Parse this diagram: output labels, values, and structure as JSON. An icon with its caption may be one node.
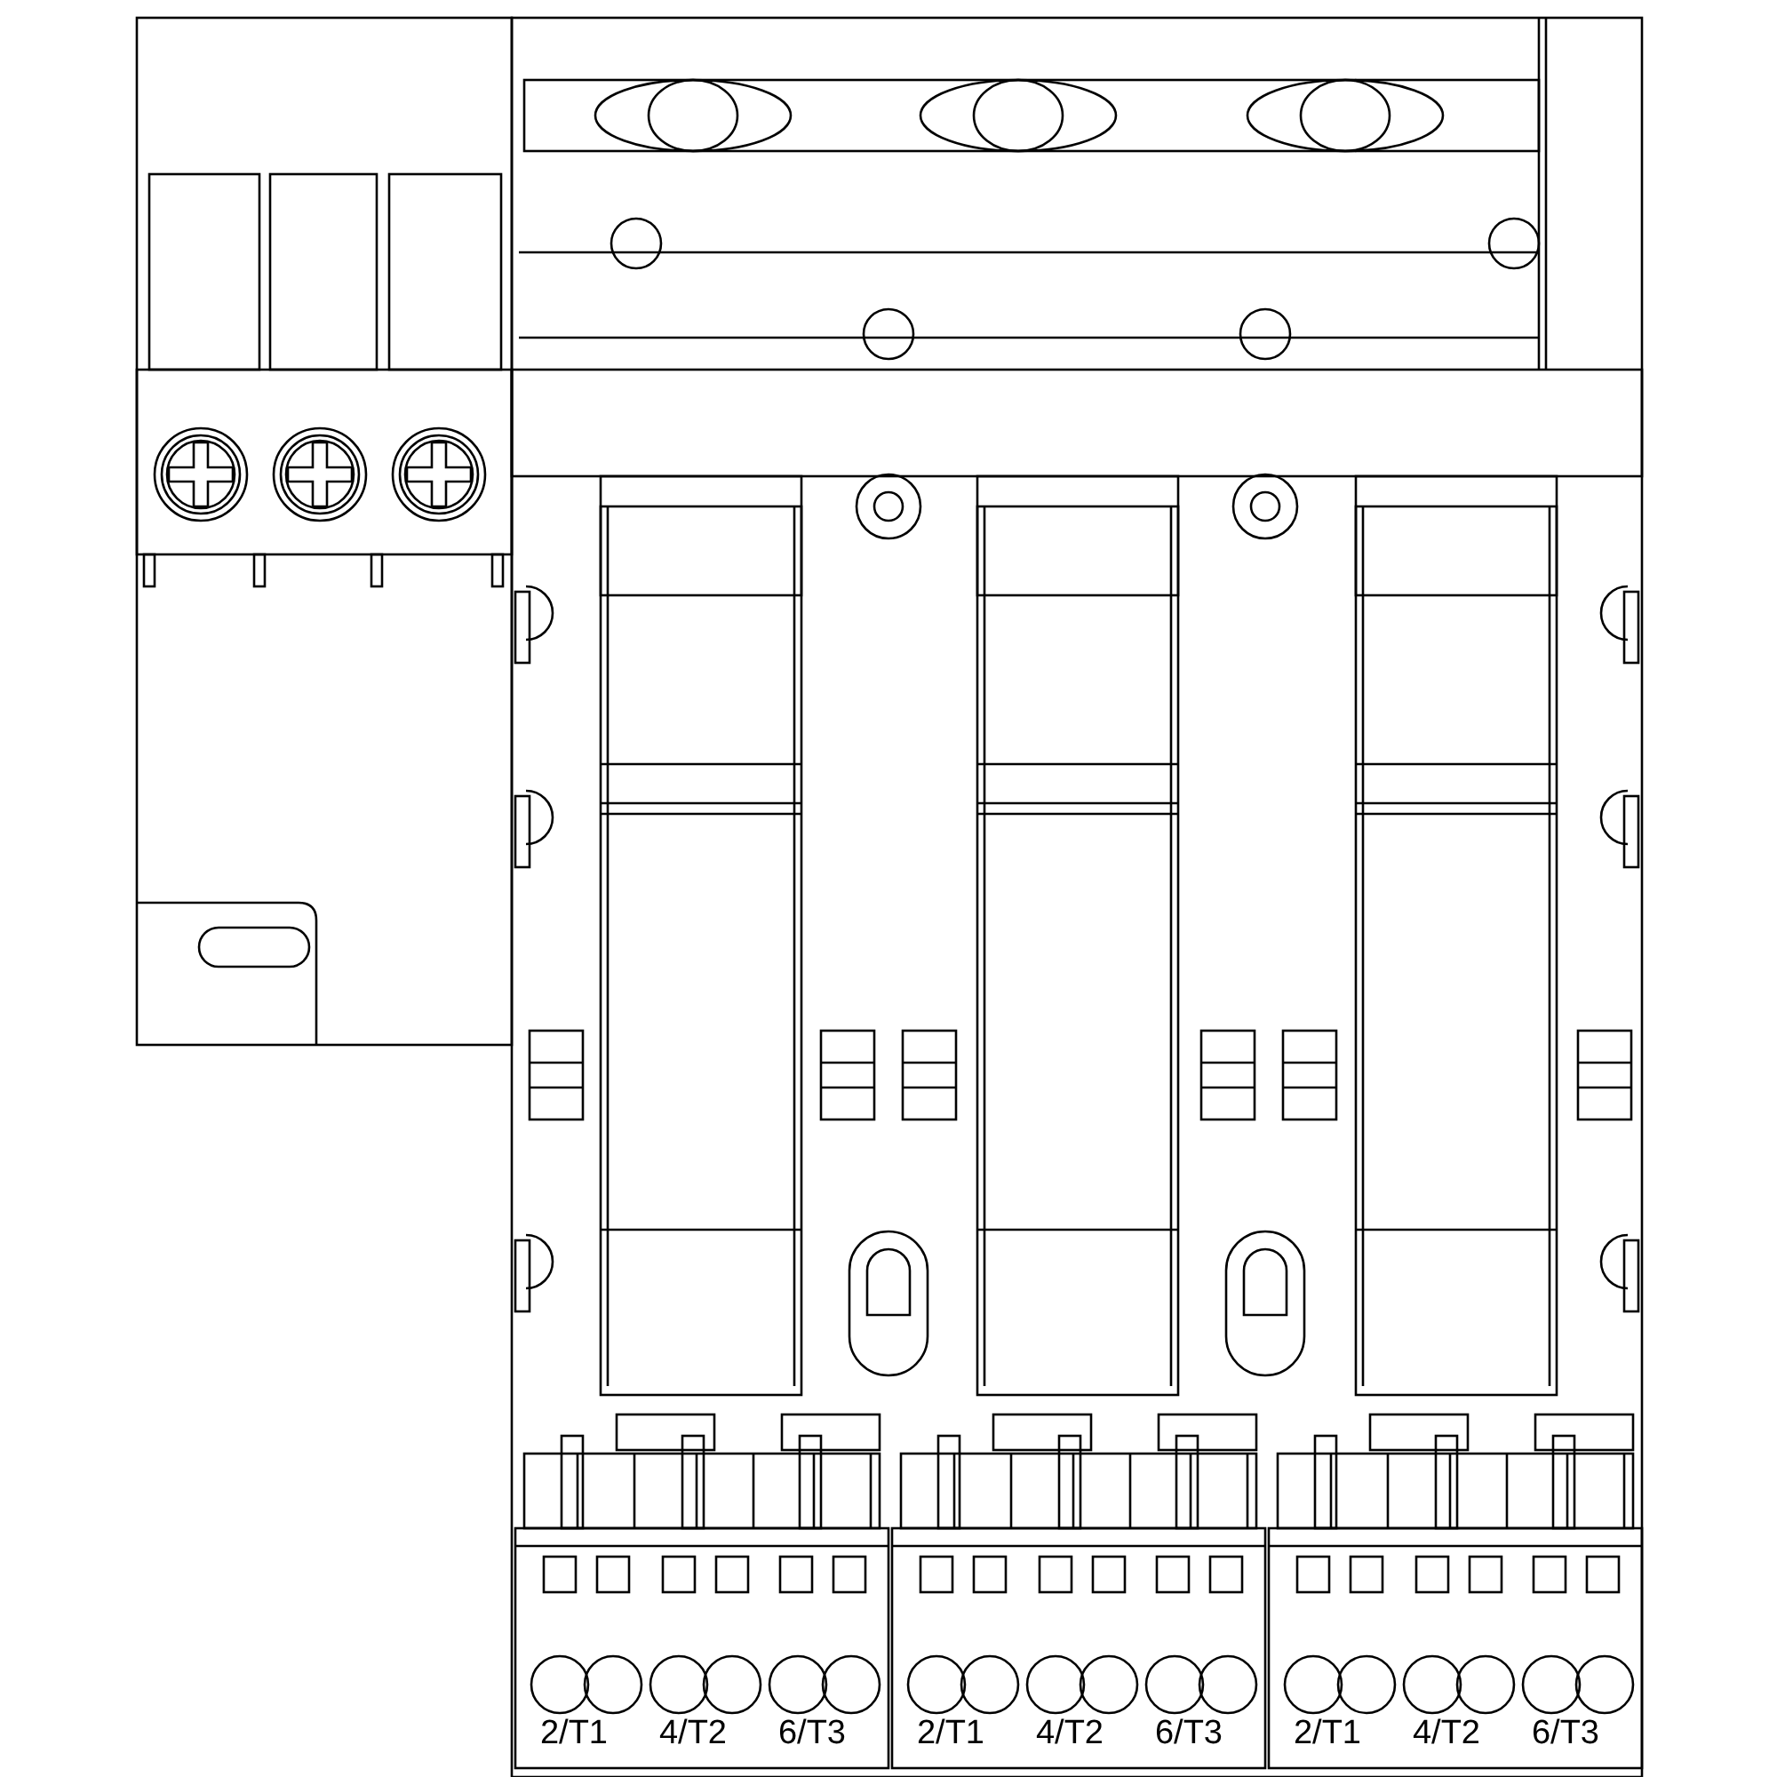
{
  "diagram": {
    "labels": [
      "2/T1",
      "4/T2",
      "6/T3",
      "2/T1",
      "4/T2",
      "6/T3",
      "2/T1",
      "4/T2",
      "6/T3"
    ]
  }
}
